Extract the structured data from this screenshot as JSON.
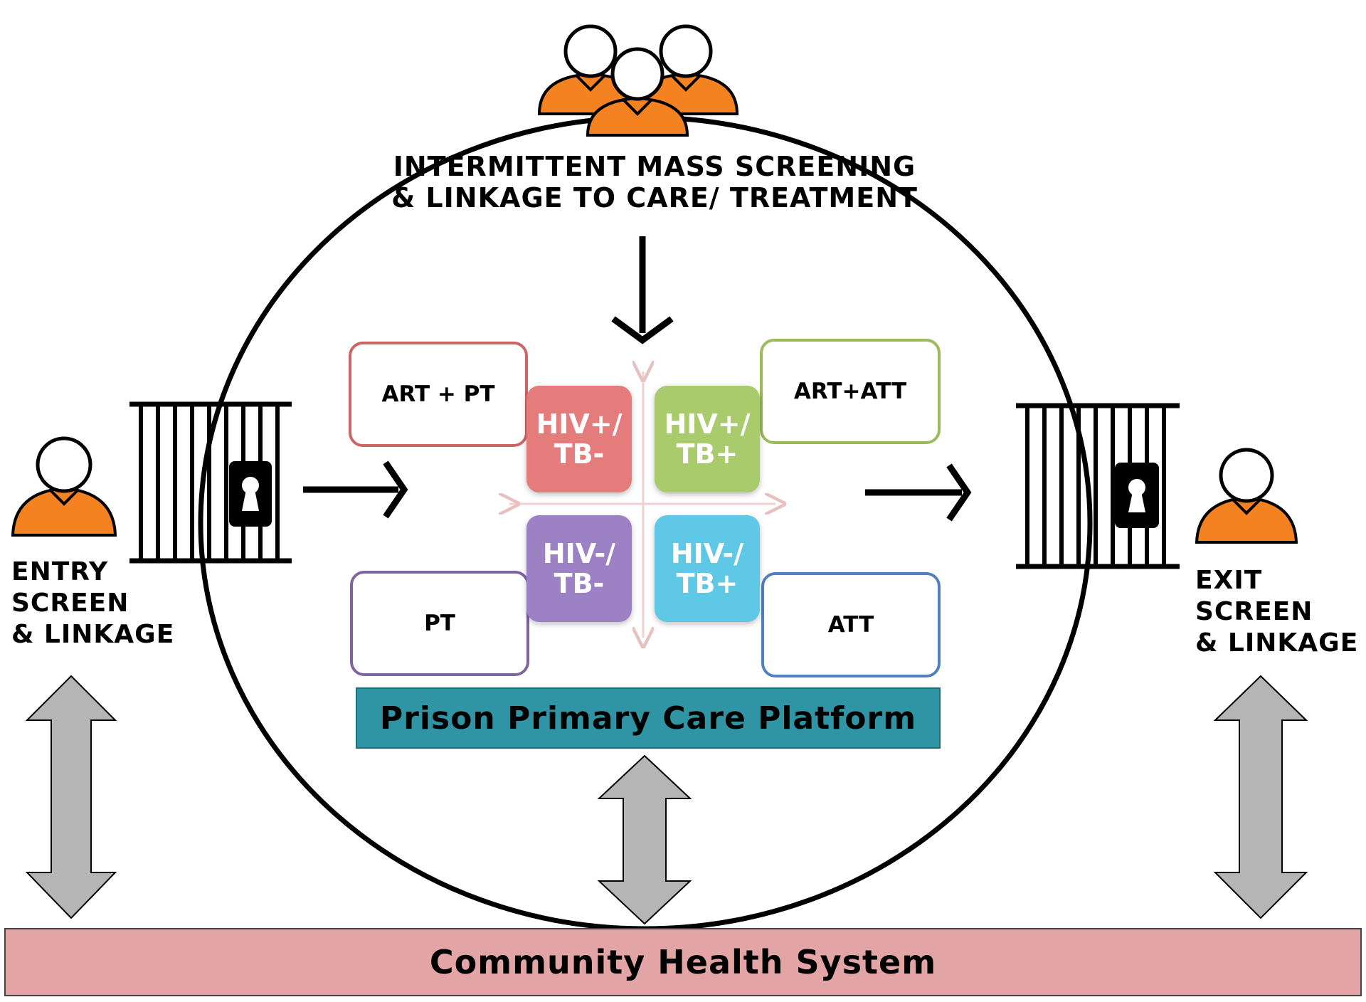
{
  "heading": {
    "line1": "INTERMITTENT MASS SCREENING",
    "line2": "& LINKAGE TO CARE/ TREATMENT"
  },
  "entry": {
    "line1": "ENTRY",
    "line2": "SCREEN",
    "line3": "& LINKAGE"
  },
  "exit": {
    "line1": "EXIT",
    "line2": "SCREEN",
    "line3": "& LINKAGE"
  },
  "treatments": {
    "top_left": "ART + PT",
    "top_right": "ART+ATT",
    "bottom_left": "PT",
    "bottom_right": "ATT"
  },
  "quadrants": {
    "top_left": {
      "line1": "HIV+/",
      "line2": "TB-",
      "color": "#e57c7c"
    },
    "top_right": {
      "line1": "HIV+/",
      "line2": "TB+",
      "color": "#a9cb6b"
    },
    "bottom_left": {
      "line1": "HIV-/",
      "line2": "TB-",
      "color": "#9c82c4"
    },
    "bottom_right": {
      "line1": "HIV-/",
      "line2": "TB+",
      "color": "#5fc8e6"
    }
  },
  "platform": {
    "label": "Prison Primary Care Platform",
    "color": "#2f94a3"
  },
  "community": {
    "label": "Community Health System",
    "color": "#e2a4a4"
  },
  "colors": {
    "person": "#f58220",
    "double_arrow": "#b5b5b5",
    "box_top_left": "#cc6666",
    "box_top_right": "#9bbb59",
    "box_bottom_left": "#8064a2",
    "box_bottom_right": "#4f81bd"
  },
  "icons": [
    "person-icon",
    "people-group-icon",
    "jail-cell-icon",
    "arrow-right-icon",
    "arrow-down-icon",
    "double-arrow-icon"
  ]
}
